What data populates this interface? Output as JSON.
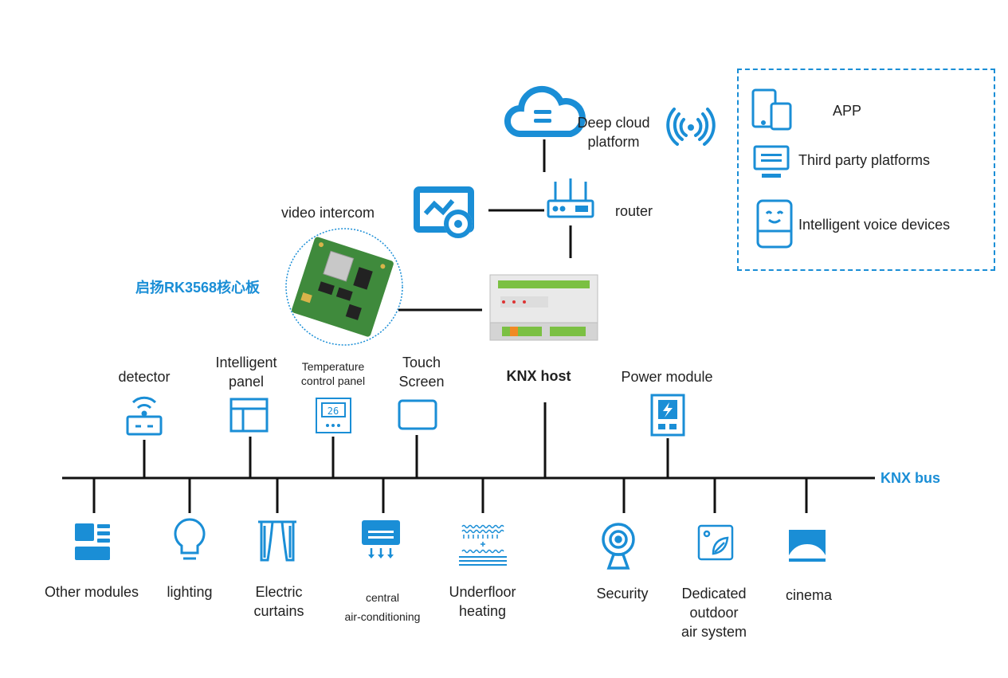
{
  "colors": {
    "accent": "#1a8ed6",
    "line": "#111111",
    "board_green": "#3f8a3c"
  },
  "cloud": {
    "label_line1": "Deep cloud",
    "label_line2": "platform",
    "icon": "cloud-icon",
    "signal_icon": "wireless-signal-icon"
  },
  "router": {
    "label": "router",
    "icon": "router-icon"
  },
  "video_intercom": {
    "label": "video intercom",
    "icon": "video-intercom-icon"
  },
  "core_board": {
    "label": "启扬RK3568核心板",
    "icon": "core-board-image"
  },
  "knx_host": {
    "label": "KNX host",
    "icon": "knx-host-image"
  },
  "bus": {
    "label": "KNX bus"
  },
  "legend": {
    "items": [
      {
        "label": "APP",
        "icon": "tablet-phone-icon"
      },
      {
        "label": "Third party platforms",
        "icon": "monitor-icon"
      },
      {
        "label": "Intelligent voice devices",
        "icon": "smart-speaker-icon"
      }
    ]
  },
  "top_devices": [
    {
      "lines": [
        "detector"
      ],
      "icon": "detector-icon"
    },
    {
      "lines": [
        "Intelligent",
        "panel"
      ],
      "icon": "panel-icon"
    },
    {
      "lines": [
        "Temperature",
        "control panel"
      ],
      "icon": "thermostat-icon",
      "display": "26"
    },
    {
      "lines": [
        "Touch",
        "Screen"
      ],
      "icon": "touch-screen-icon"
    },
    {
      "lines": [
        "Power module"
      ],
      "icon": "power-module-icon"
    }
  ],
  "bottom_devices": [
    {
      "lines": [
        "Other modules"
      ],
      "icon": "modules-icon"
    },
    {
      "lines": [
        "lighting"
      ],
      "icon": "bulb-icon"
    },
    {
      "lines": [
        "Electric",
        "curtains"
      ],
      "icon": "curtain-icon"
    },
    {
      "lines": [
        "central",
        "air-conditioning"
      ],
      "icon": "air-conditioner-icon"
    },
    {
      "lines": [
        "Underfloor",
        "heating"
      ],
      "icon": "floor-heating-icon"
    },
    {
      "lines": [
        "Security"
      ],
      "icon": "camera-icon"
    },
    {
      "lines": [
        "Dedicated",
        "outdoor",
        "air system"
      ],
      "icon": "fresh-air-icon"
    },
    {
      "lines": [
        "cinema"
      ],
      "icon": "cinema-icon"
    }
  ]
}
